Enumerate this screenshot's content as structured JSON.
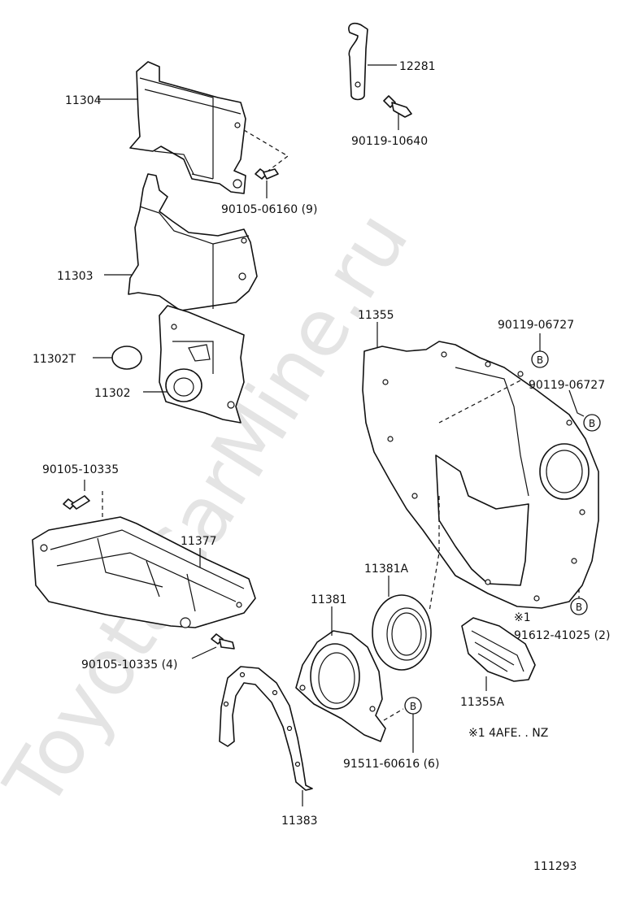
{
  "watermark": "ToyotaCarMine.ru",
  "labels": {
    "p12281": "12281",
    "p90119_10640": "90119-10640",
    "p11304": "11304",
    "p90105_06160": "90105-06160 (9)",
    "p11303": "11303",
    "p11302T": "11302T",
    "p11302": "11302",
    "p11355": "11355",
    "p90119_06727_a": "90119-06727",
    "p90119_06727_b": "90119-06727",
    "p90105_10335": "90105-10335",
    "p11377": "11377",
    "p11381A": "11381A",
    "p11381": "11381",
    "note_mark_b": "※1",
    "p91612_41025": "91612-41025 (2)",
    "p90105_10335_4": "90105-10335 (4)",
    "p11355A": "11355A",
    "note_text": "※1  4AFE. . NZ",
    "p91511_60616": "91511-60616 (6)",
    "p11383": "11383",
    "diagram_no": "111293"
  },
  "callouts": {
    "b1": "B",
    "b2": "B",
    "b3": "B",
    "b4": "B"
  }
}
